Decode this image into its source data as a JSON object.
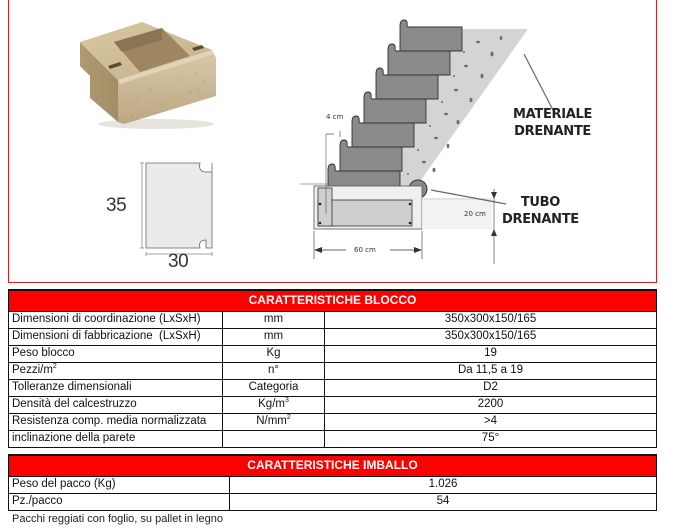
{
  "illustration": {
    "block_photo_alt": "Blocco in calcestruzzo",
    "section": {
      "height_label": "35",
      "width_label": "30"
    },
    "wall_diagram": {
      "label_material_line1": "MATERIALE",
      "label_material_line2": "DRENANTE",
      "label_pipe_line1": "TUBO",
      "label_pipe_line2": "DRENANTE",
      "dim_setback": "4 cm",
      "dim_footing_height": "20 cm",
      "dim_footing_width": "60 cm"
    }
  },
  "block_table": {
    "title": "CARATTERISTICHE BLOCCO",
    "rows": [
      {
        "label": "Dimensioni di coordinazione (LxSxH)",
        "unit": "mm",
        "unit_sup": "",
        "value": "350x300x150/165"
      },
      {
        "label": "Dimensioni di fabbricazione  (LxSxH)",
        "unit": "mm",
        "unit_sup": "",
        "value": "350x300x150/165"
      },
      {
        "label": "Peso blocco",
        "unit": "Kg",
        "unit_sup": "",
        "value": "19"
      },
      {
        "label": "Pezzi/m",
        "label_sup": "2",
        "unit": "n°",
        "unit_sup": "",
        "value": "Da 11,5 a 19"
      },
      {
        "label": "Tolleranze dimensionali",
        "unit": "Categoria",
        "unit_sup": "",
        "value": "D2"
      },
      {
        "label": "Densità del calcestruzzo",
        "unit": "Kg/m",
        "unit_sup": "3",
        "value": "2200"
      },
      {
        "label": "Resistenza comp. media normalizzata",
        "unit": "N/mm",
        "unit_sup": "2",
        "value": ">4"
      },
      {
        "label": "inclinazione della parete",
        "unit": "",
        "unit_sup": "",
        "value": "75°"
      }
    ]
  },
  "packaging_table": {
    "title": "CARATTERISTICHE IMBALLO",
    "rows": [
      {
        "label": "Peso del pacco (Kg)",
        "value": "1.026"
      },
      {
        "label": "Pz./pacco",
        "value": "54"
      }
    ]
  },
  "footnote": "Pacchi reggiati con foglio, su pallet in legno",
  "colors": {
    "header_red": "#ff0000",
    "frame_red": "#d9201e"
  }
}
